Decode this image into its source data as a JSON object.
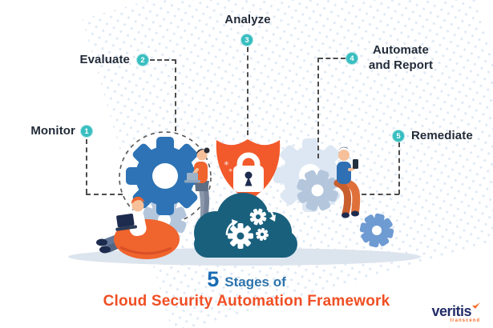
{
  "stages": [
    {
      "number": "1",
      "label": "Monitor"
    },
    {
      "number": "2",
      "label": "Evaluate"
    },
    {
      "number": "3",
      "label": "Analyze"
    },
    {
      "number": "4",
      "label": "Automate and Report"
    },
    {
      "number": "5",
      "label": "Remediate"
    }
  ],
  "title": {
    "count": "5",
    "suffix": "Stages of",
    "line2": "Cloud Security Automation Framework"
  },
  "logo": {
    "brand": "veritis",
    "tagline": "transcend"
  },
  "colors": {
    "stage_bullet_teal": "#38bec0",
    "label_text": "#222b38",
    "gear_blue": "#2d73b5",
    "gear_light": "#dde7f3",
    "gear_medium": "#b3c6dc",
    "gear_small_blue": "#6f9bd3",
    "shield_orange": "#f2592b",
    "cloud_teal": "#19607d",
    "beanbag_orange": "#f0642e",
    "title_blue": "#1a6cb3",
    "title_orange": "#f04f24",
    "logo_navy": "#232e68",
    "logo_mark_orange": "#f26d2a"
  },
  "icons": {
    "gear": "gear-icon",
    "shield_lock": "shield-lock-icon",
    "cloud_gears": "cloud-gears-icon"
  }
}
